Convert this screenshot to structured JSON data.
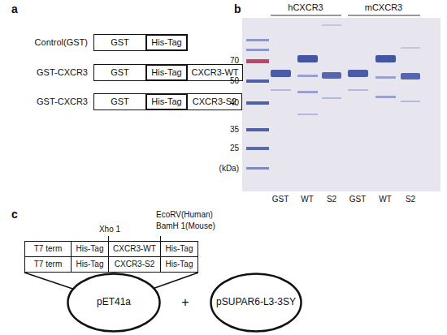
{
  "diagram": {
    "nodes": [
      {
        "text": [
          "GST"
        ]
      },
      {
        "text": [
          "His-Tag"
        ]
      },
      {
        "text": [
          "GST"
        ]
      },
      {
        "text": [
          "His-Tag"
        ]
      },
      {
        "text": [
          "CXCR3-WT"
        ]
      },
      {
        "text": [
          "GST"
        ]
      },
      {
        "text": [
          "His-Tag"
        ]
      },
      {
        "text": [
          "CXCR3-S2"
        ]
      },
      {
        "text": [
          "T7 term"
        ]
      },
      {
        "text": [
          "His-Tag"
        ]
      },
      {
        "text": [
          "CXCR3-WT"
        ]
      },
      {
        "text": [
          "His-Tag"
        ]
      },
      {
        "text": [
          "T7 term"
        ]
      },
      {
        "text": [
          "His-Tag"
        ]
      },
      {
        "text": [
          "CXCR3-S2"
        ]
      },
      {
        "text": [
          "His-Tag"
        ]
      },
      {
        "text": [
          "pET41a"
        ]
      },
      {
        "text": [
          "pSUPAR6-L3-3SY"
        ]
      }
    ],
    "edges": [
      {
        "from": 12,
        "to": 16,
        "arrow": "none"
      },
      {
        "from": 15,
        "to": 16,
        "arrow": "none"
      }
    ],
    "labels": [
      "a",
      "Control(GST)",
      "GST-CXCR3",
      "GST-CXCR3",
      "b",
      "hCXCR3",
      "mCXCR3",
      "70",
      "50",
      "40",
      "35",
      "25",
      "(kDa)",
      "GST",
      "WT",
      "S2",
      "GST",
      "WT",
      "S2",
      "c",
      "Xho 1",
      "EcoRV(Human)",
      "BamH 1(Mouse)",
      "+"
    ]
  }
}
